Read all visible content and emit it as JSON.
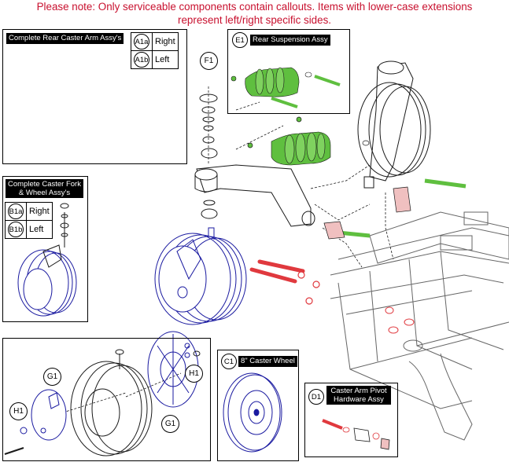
{
  "note": {
    "line1": "Please note: Only serviceable components contain callouts. Items with lower-case extensions",
    "line2": "represent left/right specific sides."
  },
  "boxes": {
    "rear_caster_arm": {
      "title": "Complete Rear Caster Arm Assy's",
      "rows": [
        {
          "code": "A1a",
          "side": "Right"
        },
        {
          "code": "A1b",
          "side": "Left"
        }
      ]
    },
    "rear_suspension": {
      "code": "E1",
      "title": "Rear Suspension Assy"
    },
    "caster_fork": {
      "title_line1": "Complete Caster Fork",
      "title_line2": "& Wheel Assy's",
      "rows": [
        {
          "code": "B1a",
          "side": "Right"
        },
        {
          "code": "B1b",
          "side": "Left"
        }
      ]
    },
    "caster_wheel": {
      "code": "C1",
      "title": "8\" Caster Wheel"
    },
    "pivot_hardware": {
      "code": "D1",
      "title_line1": "Caster Arm Pivot",
      "title_line2": "Hardware Assy"
    }
  },
  "callouts": {
    "f1": "F1",
    "g1_top": "G1",
    "g1_bottom": "G1",
    "h1_left": "H1",
    "h1_right": "H1"
  },
  "colors": {
    "note": "#c8102e",
    "line_art": "#1a1aa0",
    "green_parts": "#5fbf3f",
    "red_parts": "#e0393e"
  }
}
